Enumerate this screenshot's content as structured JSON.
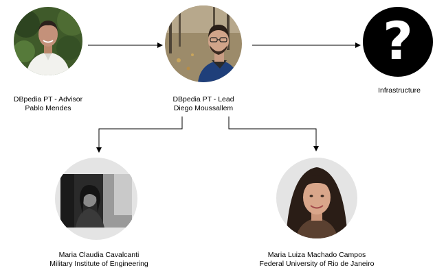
{
  "nodes": {
    "advisor": {
      "role": "DBpedia PT - Advisor",
      "name": "Pablo Mendes",
      "photo_icon": "person-photo"
    },
    "lead": {
      "role": "DBpedia PT - Lead",
      "name": "Diego Moussallem",
      "photo_icon": "person-photo"
    },
    "infrastructure": {
      "label": "Infrastructure",
      "icon": "question-mark-icon"
    },
    "cavalcanti": {
      "name": "Maria Claudia Cavalcanti",
      "affiliation": "Military Institute of Engineering",
      "photo_icon": "person-photo"
    },
    "campos": {
      "name": "Maria Luiza Machado Campos",
      "affiliation": "Federal University of Rio de Janeiro",
      "photo_icon": "person-photo"
    }
  },
  "edges": [
    {
      "from": "advisor",
      "to": "lead"
    },
    {
      "from": "lead",
      "to": "infrastructure"
    },
    {
      "from": "lead",
      "to": "cavalcanti"
    },
    {
      "from": "lead",
      "to": "campos"
    }
  ],
  "colors": {
    "line": "#000000",
    "icon_background": "#000000",
    "icon_glyph": "#ffffff",
    "photo_backdrop": "#e4e4e4"
  }
}
